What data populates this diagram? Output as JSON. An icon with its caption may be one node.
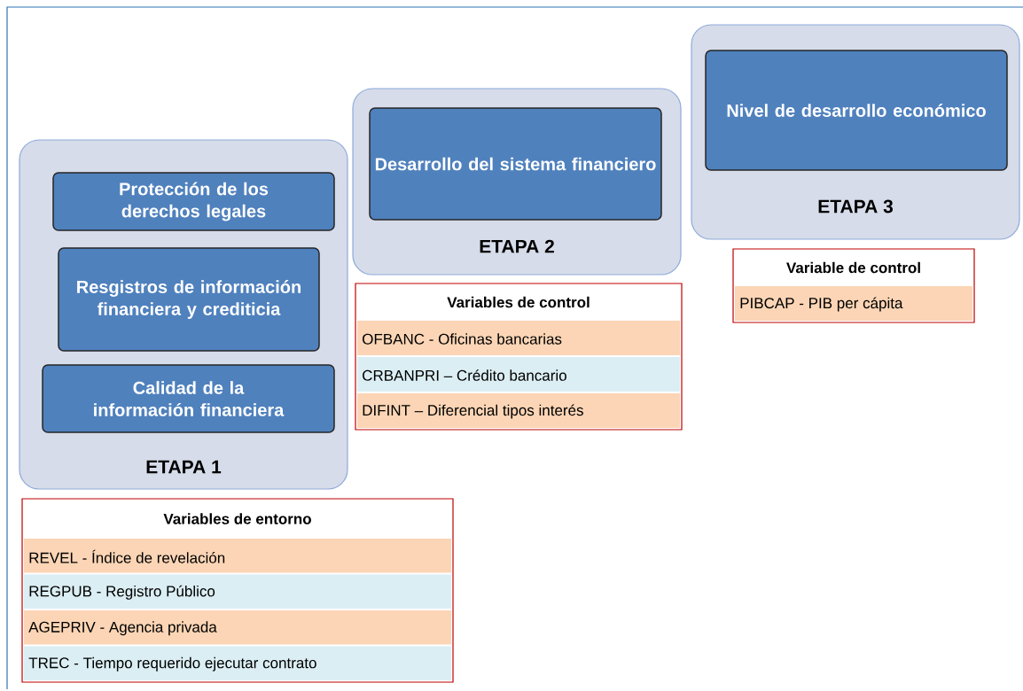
{
  "diagram": {
    "nodes": [
      {
        "text": [
          "ETAPA 1"
        ]
      },
      {
        "text": [
          "Protección de los derechos legales"
        ],
        "in": 0
      },
      {
        "text": [
          "Resgistros de información financiera y crediticia"
        ],
        "in": 0
      },
      {
        "text": [
          "Calidad de la información financiera"
        ],
        "in": 0
      },
      {
        "text": [
          "ETAPA 2"
        ]
      },
      {
        "text": [
          "Desarrollo del sistema financiero"
        ],
        "in": 4
      },
      {
        "text": [
          "ETAPA 3"
        ]
      },
      {
        "text": [
          "Nivel de desarrollo económico"
        ],
        "in": 6
      },
      {
        "text": [
          "Variables de entorno",
          "REVEL - Índice de revelación",
          "REGPUB - Registro Público",
          "AGEPRIV - Agencia privada",
          "TREC - Tiempo requerido ejecutar contrato"
        ]
      },
      {
        "text": [
          "Variables de control",
          "OFBANC - Oficinas bancarias",
          "CRBANPRI – Crédito bancario",
          "DIFINT – Diferencial tipos interés"
        ]
      },
      {
        "text": [
          "Variable de control",
          "PIBCAP - PIB per cápita"
        ]
      }
    ],
    "edges": []
  }
}
